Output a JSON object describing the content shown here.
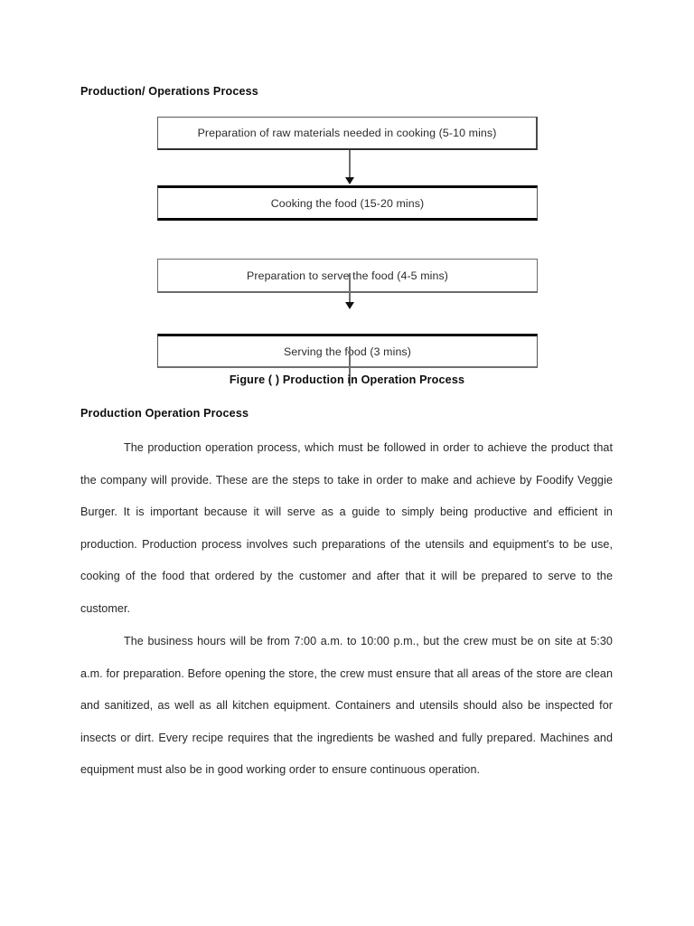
{
  "document": {
    "headings": {
      "top": "Production/ Operations Process",
      "middle": "Production Operation Process"
    },
    "figure": {
      "caption": "Figure (  ) Production in Operation Process",
      "steps": [
        {
          "label": "Preparation of raw materials needed in cooking (5-10 mins)"
        },
        {
          "label": "Cooking the food (15-20 mins)"
        },
        {
          "label": "Preparation to serve the food (4-5 mins)"
        },
        {
          "label": "Serving the food (3 mins)"
        }
      ]
    },
    "paragraphs": [
      "The production operation process, which must be followed in order to achieve the product that the company will provide. These are the steps to take in order to make and achieve by Foodify Veggie Burger. It is important because it will serve as a guide to simply being productive and efficient in production. Production process involves such preparations of the utensils and equipment's to be use, cooking of the food that ordered by the customer and after that it will be prepared to serve to the customer.",
      "The business hours will be from 7:00 a.m. to 10:00 p.m., but the crew must be on site at 5:30 a.m. for preparation. Before opening the store, the crew must ensure that all areas of the store are clean and sanitized, as well as all kitchen equipment. Containers and utensils should also be inspected for insects or dirt. Every recipe requires that the ingredients be washed and fully prepared. Machines and equipment must also be in good working order to ensure continuous operation."
    ]
  }
}
